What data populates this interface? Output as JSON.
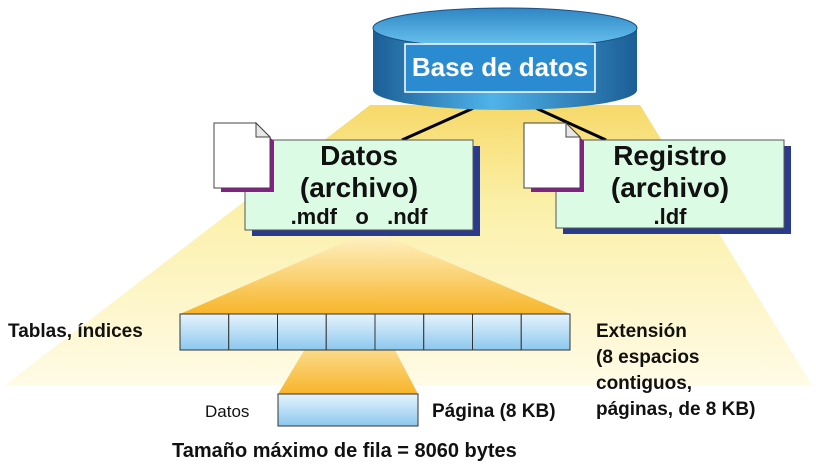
{
  "database": {
    "label": "Base de datos"
  },
  "data_file": {
    "title": "Datos",
    "subtitle": "(archivo)",
    "extensions": ".mdf   o   .ndf"
  },
  "log_file": {
    "title": "Registro",
    "subtitle": "(archivo)",
    "extension": ".ldf"
  },
  "labels": {
    "tables_indexes": "Tablas, índices",
    "extent": "Extensión",
    "extent_detail_1": "(8 espacios",
    "extent_detail_2": "contiguos,",
    "extent_detail_3": "páginas, de 8 KB)",
    "data": "Datos",
    "page": "Página (8 KB)",
    "max_row_size": "Tamaño máximo de fila = 8060 bytes"
  },
  "colors": {
    "cylinder_dark": "#1f6aa5",
    "cylinder_light": "#4fb3ea",
    "box_fill": "#dcfbe4",
    "box_shadow": "#2a3a8c",
    "cone_fill": "#fbf0a8",
    "trapezoid_fill": "#f9be32",
    "cell_fill": "#b6dcf5",
    "page_fold": "#8a1d8a"
  },
  "extent_cell_count": 8
}
